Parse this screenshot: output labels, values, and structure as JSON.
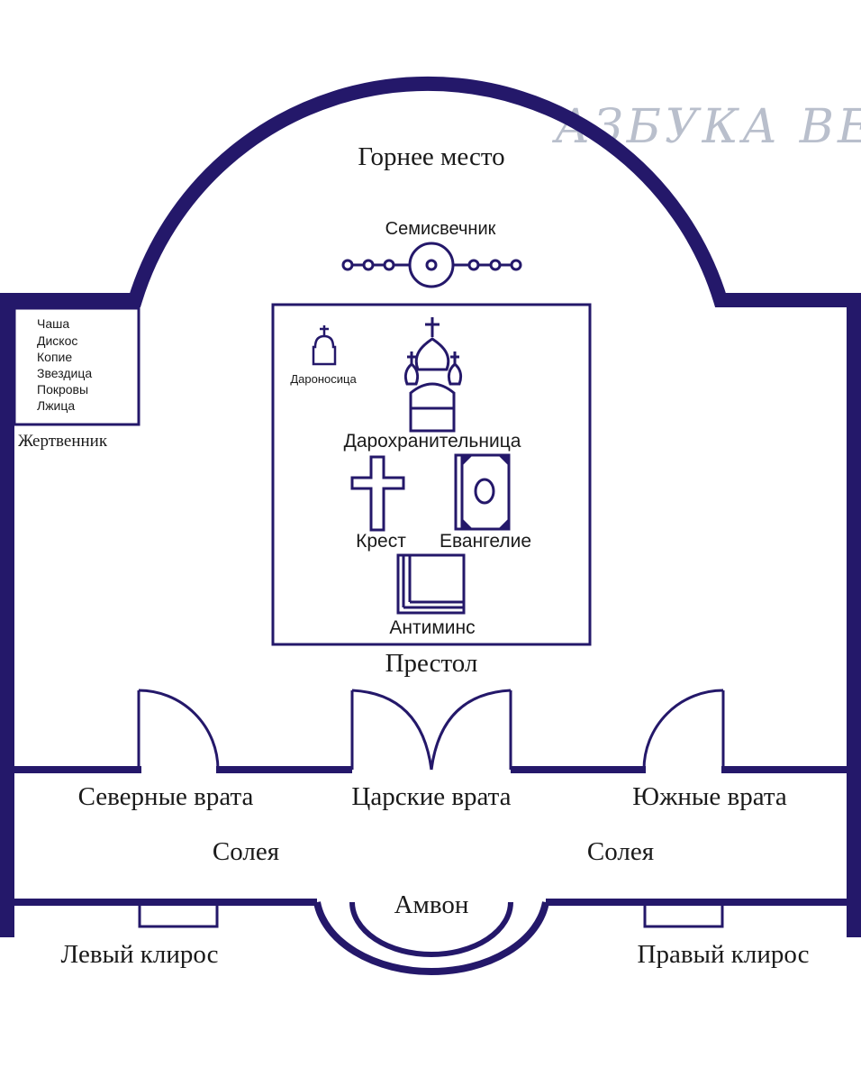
{
  "watermark": "АЗБУКА ВЕРЫ",
  "colors": {
    "walls": "#24186a",
    "text": "#1a1a1a",
    "watermark": "#b9bfcc",
    "background": "#ffffff"
  },
  "labels": {
    "high_place": "Горнее место",
    "menorah": "Семисвечник",
    "artophorion": "Дароносица",
    "tabernacle": "Дарохранительница",
    "cross": "Крест",
    "gospel": "Евангелие",
    "antimension": "Антиминс",
    "altar_table": "Престол",
    "prothesis": "Жертвенник",
    "north_doors": "Северные врата",
    "royal_doors": "Царские врата",
    "south_doors": "Южные врата",
    "solea_left": "Солея",
    "solea_right": "Солея",
    "ambo": "Амвон",
    "left_kliros": "Левый клирос",
    "right_kliros": "Правый клирос"
  },
  "prothesis_items": [
    "Чаша",
    "Дискос",
    "Копие",
    "Звездица",
    "Покровы",
    "Лжица"
  ],
  "icons": [
    "menorah-icon",
    "artophorion-icon",
    "tabernacle-icon",
    "cross-icon",
    "gospel-icon",
    "antimension-icon"
  ]
}
